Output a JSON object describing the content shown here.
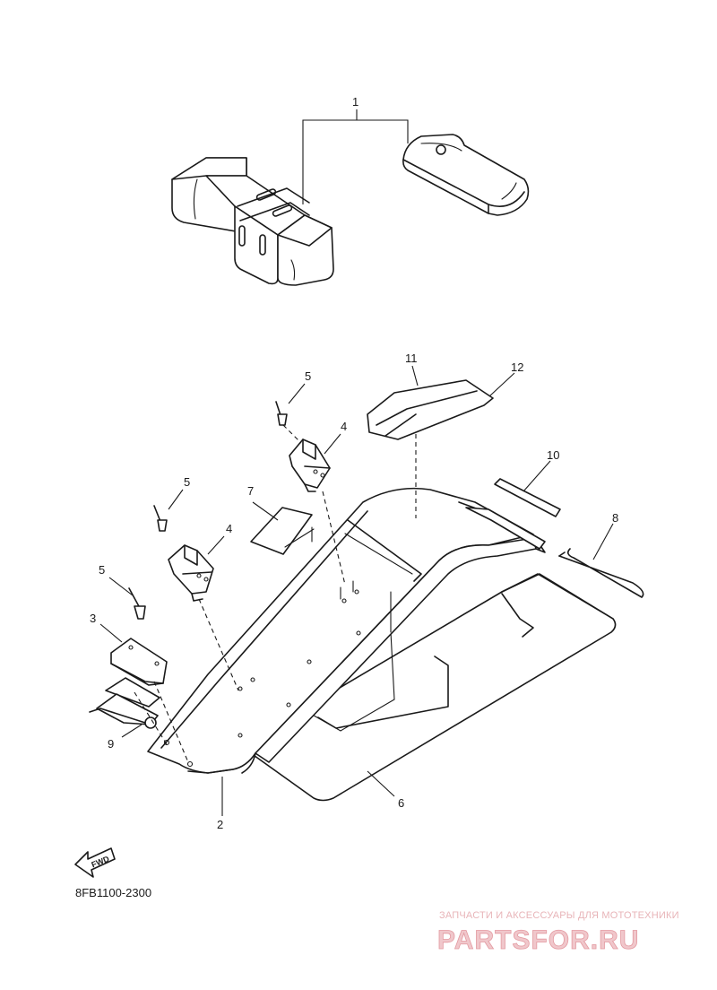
{
  "diagram": {
    "callouts": [
      "1",
      "2",
      "3",
      "4",
      "4",
      "5",
      "5",
      "5",
      "6",
      "7",
      "8",
      "9",
      "10",
      "11",
      "12"
    ],
    "part_code": "8FB1100-2300",
    "fwd_label": "FWD"
  },
  "watermark": {
    "line1": "ЗАПЧАСТИ И АКСЕССУАРЫ ДЛЯ МОТОТЕХНИКИ",
    "line2": "PARTSFOR.RU",
    "color": "#f0c7cb"
  }
}
